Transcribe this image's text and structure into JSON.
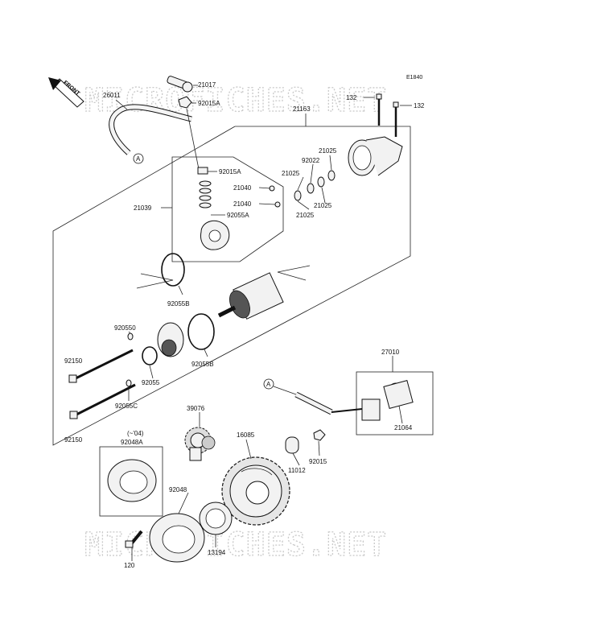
{
  "diagram": {
    "code": "E1840",
    "front": "FRONT",
    "watermark": "MICROFICHES.NET",
    "callout": "A",
    "note": "(~'04)",
    "labels": {
      "p21017": "21017",
      "p26011": "26011",
      "p92015a_top": "92015A",
      "p132_left": "132",
      "p132_right": "132",
      "p21163": "21163",
      "p21025_a": "21025",
      "p92022": "92022",
      "p21025_b": "21025",
      "p92015a_mid": "92015A",
      "p21040_a": "21040",
      "p21025_c": "21025",
      "p21025_d": "21025",
      "p21039": "21039",
      "p21040_b": "21040",
      "p92055a": "92055A",
      "p92055b_a": "92055B",
      "p920550": "920550",
      "p92150_a": "92150",
      "p92055": "92055",
      "p92055b_b": "92055B",
      "p27010": "27010",
      "p92055c": "92055C",
      "p92150_b": "92150",
      "p39076": "39076",
      "p21064": "21064",
      "p92048a": "92048A",
      "p16085": "16085",
      "p11012": "11012",
      "p92015": "92015",
      "p92048": "92048",
      "p120": "120",
      "p13194": "13194"
    }
  }
}
